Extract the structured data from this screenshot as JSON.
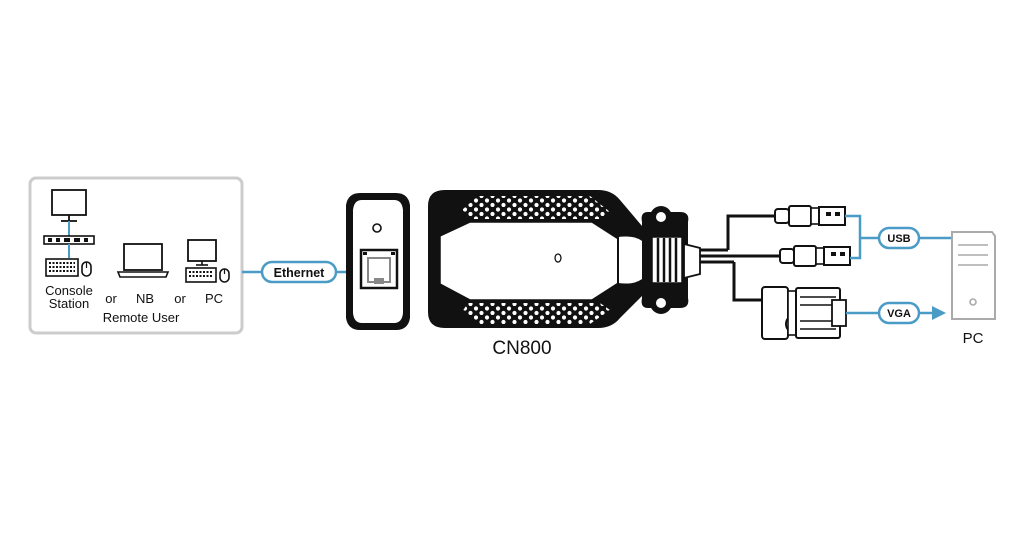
{
  "remote": {
    "console_label_1": "Console",
    "console_label_2": "Station",
    "or_1": "or",
    "nb_label": "NB",
    "or_2": "or",
    "pc_label": "PC",
    "caption": "Remote User"
  },
  "connections": {
    "ethernet": "Ethernet",
    "usb": "USB",
    "vga": "VGA"
  },
  "device": {
    "name": "CN800"
  },
  "target": {
    "label": "PC"
  },
  "colors": {
    "accent": "#4a9cc7",
    "panel_border": "#cccccc",
    "ink": "#111111"
  }
}
